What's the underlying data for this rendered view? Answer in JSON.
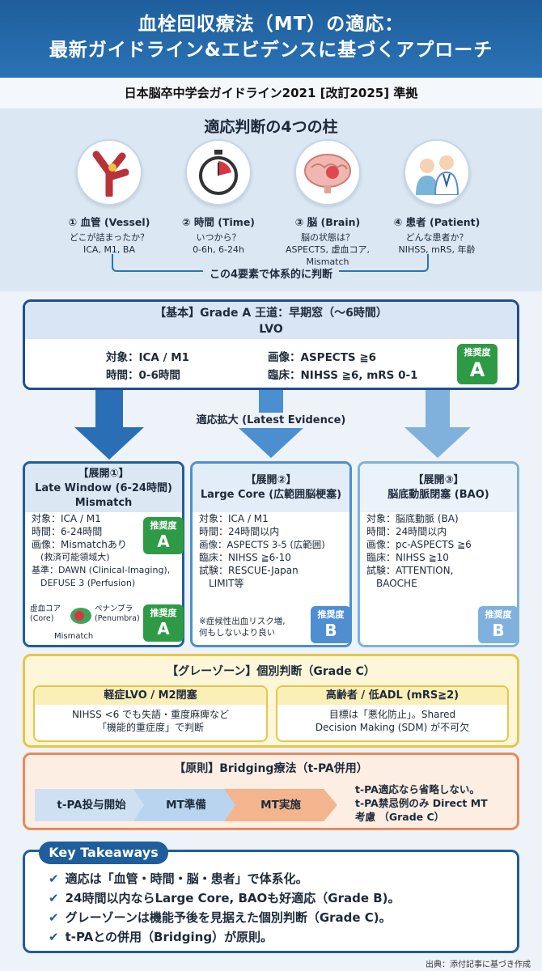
{
  "header": {
    "title_line1": "血栓回収療法（MT）の適応：",
    "title_line2": "最新ガイドライン&エビデンスに基づくアプローチ"
  },
  "subheader": "日本脳卒中学会ガイドライン2021 [改訂2025] 準拠",
  "pillars": {
    "title": "適応判断の4つの柱",
    "items": [
      {
        "name": "① 血管 (Vessel)",
        "question": "どこが詰まったか？",
        "detail": "ICA, M1, BA",
        "icon": "vessel-icon"
      },
      {
        "name": "② 時間 (Time)",
        "question": "いつから？",
        "detail": "0-6h, 6-24h",
        "icon": "stopwatch-icon"
      },
      {
        "name": "③ 脳 (Brain)",
        "question": "脳の状態は？",
        "detail": "ASPECTS, 虚血コア, Mismatch",
        "icon": "brain-icon"
      },
      {
        "name": "④ 患者 (Patient)",
        "question": "どんな患者か？",
        "detail": "NIHSS, mRS, 年齢",
        "icon": "patient-icon"
      }
    ],
    "note": "この4要素で体系的に判断"
  },
  "gradeA": {
    "title": "【基本】Grade A 王道：早期窓（〜6時間）",
    "subtitle": "LVO",
    "target": "対象：ICA / M1",
    "time": "時間：0-6時間",
    "imaging": "画像：ASPECTS ≧6",
    "clinical": "臨床：NIHSS ≧6, mRS 0-1",
    "rec_label": "推奨度",
    "rec_value": "A"
  },
  "expansion_label": "適応拡大 (Latest Evidence)",
  "cards": [
    {
      "head": "【展開①】",
      "title": "Late Window (6-24時間)",
      "title2": "Mismatch",
      "rows": [
        "対象：ICA / M1",
        "時間：6-24時間",
        "画像：Mismatchあり",
        "　(救済可能領域大)",
        "基準：DAWN (Clinical-Imaging),",
        "　DEFUSE 3 (Perfusion)"
      ],
      "core_label": "虚血コア",
      "core_sub": "(Core)",
      "pen_label": "ペナンブラ",
      "pen_sub": "(Penumbra)",
      "mismatch_label": "Mismatch",
      "rec_label": "推奨度",
      "rec_value": "A"
    },
    {
      "head": "【展開②】",
      "title": "Large Core (広範囲脳梗塞)",
      "rows": [
        "対象：ICA / M1",
        "時間：24時間以内",
        "画像：ASPECTS 3-5 (広範囲)",
        "臨床：NIHSS ≧6-10",
        "試験：RESCUE-Japan",
        "　LIMIT等"
      ],
      "note1": "※症候性出血リスク増,",
      "note2": "何もしないより良い",
      "rec_label": "推奨度",
      "rec_value": "B"
    },
    {
      "head": "【展開③】",
      "title": "脳底動脈閉塞 (BAO)",
      "rows": [
        "対象：脳底動脈 (BA)",
        "時間：24時間以内",
        "画像：pc-ASPECTS ≧6",
        "臨床：NIHSS ≧10",
        "試験：ATTENTION,",
        "　BAOCHE"
      ],
      "rec_label": "推奨度",
      "rec_value": "B"
    }
  ],
  "grey_zone": {
    "title": "【グレーゾーン】個別判断（Grade C）",
    "left_head": "軽症LVO / M2閉塞",
    "left_body1": "NIHSS <6 でも失語・重度麻痺など",
    "left_body2": "「機能的重症度」で判断",
    "right_head": "高齢者 / 低ADL (mRS≧2)",
    "right_body1": "目標は「悪化防止」。Shared",
    "right_body2": "Decision Making (SDM) が不可欠"
  },
  "bridging": {
    "title": "【原則】Bridging療法（t-PA併用）",
    "steps": [
      "t-PA投与開始",
      "MT準備",
      "MT実施"
    ],
    "note1": "t-PA適応なら省略しない。",
    "note2": "t-PA禁忌例のみ Direct MT",
    "note3": "考慮 （Grade C）"
  },
  "takeaways": {
    "label": "Key Takeaways",
    "items": [
      "適応は「血管・時間・脳・患者」で体系化。",
      "24時間以内ならLarge Core, BAOも好適応（Grade B)。",
      "グレーゾーンは機能予後を見据えた個別判断（Grade C)。",
      "t-PAとの併用（Bridging）が原則。"
    ]
  },
  "source": "出典：添付記事に基づき作成"
}
